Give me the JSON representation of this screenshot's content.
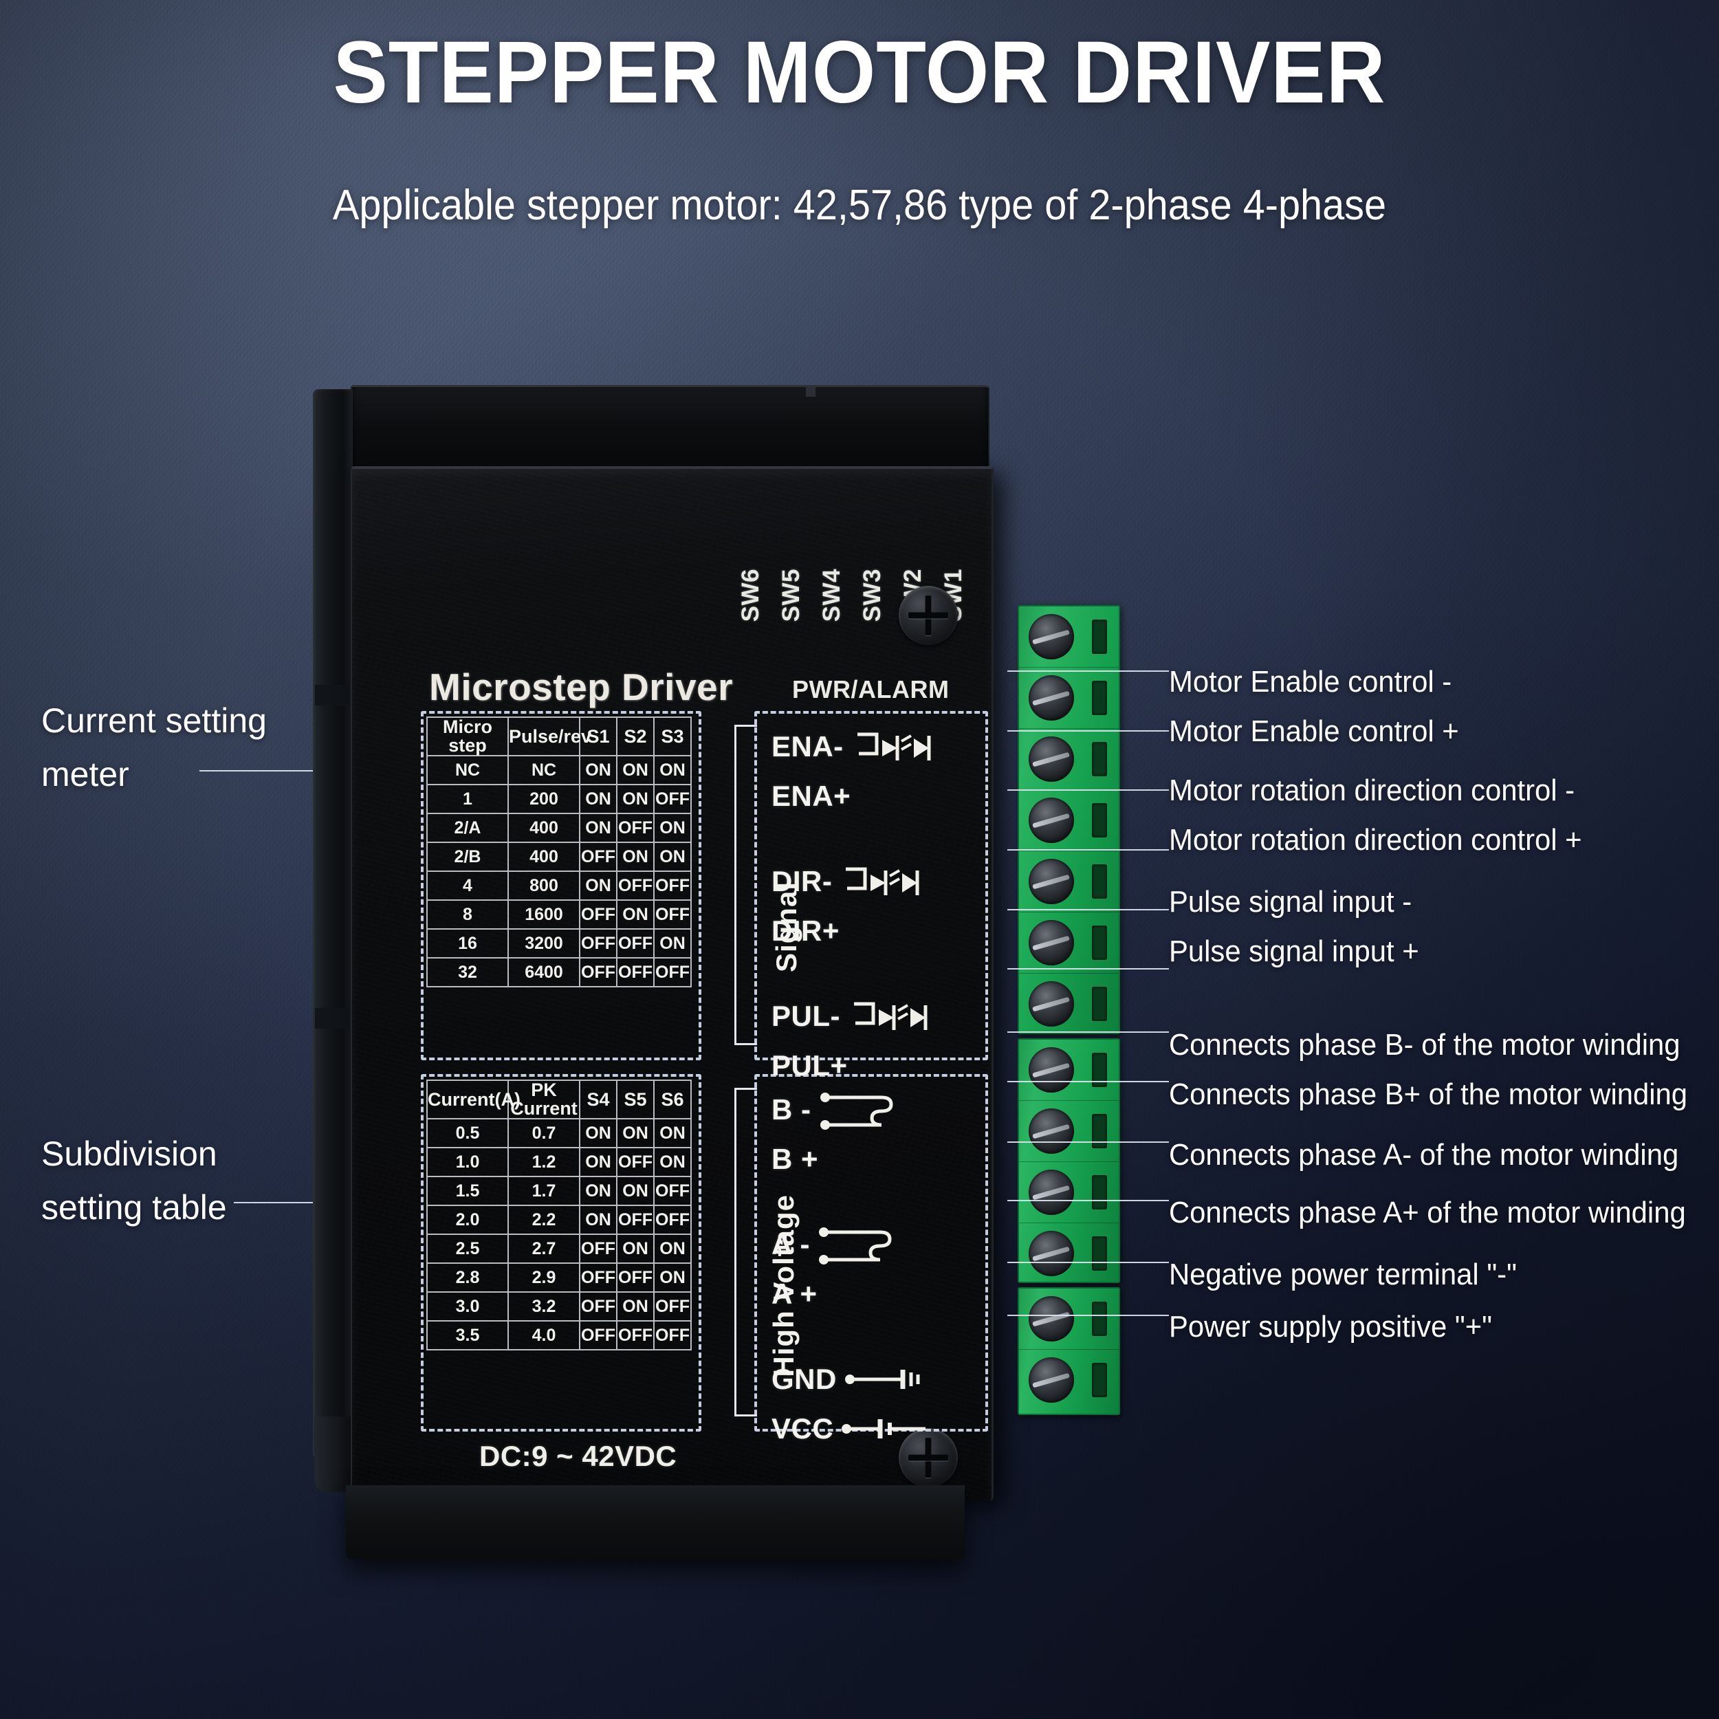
{
  "header": {
    "title": "STEPPER MOTOR DRIVER",
    "subtitle": "Applicable stepper motor: 42,57,86 type of 2-phase 4-phase"
  },
  "left_labels": [
    {
      "line1": "Current setting",
      "line2": "meter"
    },
    {
      "line1": "Subdivision",
      "line2": "setting table"
    }
  ],
  "device": {
    "brand": "Microstep Driver",
    "pwr_alarm": "PWR/ALARM",
    "dc_range": "DC:9 ~ 42VDC",
    "switch_labels": [
      "SW6",
      "SW5",
      "SW4",
      "SW3",
      "SW2",
      "SW1"
    ],
    "group_signal": "Signal",
    "group_high_voltage": "High Voltage",
    "terminal_labels_signal": [
      "ENA-",
      "ENA+",
      "DIR-",
      "DIR+",
      "PUL-",
      "PUL+"
    ],
    "terminal_labels_high_voltage": [
      "B -",
      "B +",
      "A -",
      "A +",
      "GND",
      "VCC"
    ]
  },
  "microstep_table": {
    "headers": [
      "Micro step",
      "Pulse/rev",
      "S1",
      "S2",
      "S3"
    ],
    "rows": [
      [
        "NC",
        "NC",
        "ON",
        "ON",
        "ON"
      ],
      [
        "1",
        "200",
        "ON",
        "ON",
        "OFF"
      ],
      [
        "2/A",
        "400",
        "ON",
        "OFF",
        "ON"
      ],
      [
        "2/B",
        "400",
        "OFF",
        "ON",
        "ON"
      ],
      [
        "4",
        "800",
        "ON",
        "OFF",
        "OFF"
      ],
      [
        "8",
        "1600",
        "OFF",
        "ON",
        "OFF"
      ],
      [
        "16",
        "3200",
        "OFF",
        "OFF",
        "ON"
      ],
      [
        "32",
        "6400",
        "OFF",
        "OFF",
        "OFF"
      ]
    ]
  },
  "current_table": {
    "headers": [
      "Current(A)",
      "PK Current",
      "S4",
      "S5",
      "S6"
    ],
    "rows": [
      [
        "0.5",
        "0.7",
        "ON",
        "ON",
        "ON"
      ],
      [
        "1.0",
        "1.2",
        "ON",
        "OFF",
        "ON"
      ],
      [
        "1.5",
        "1.7",
        "ON",
        "ON",
        "OFF"
      ],
      [
        "2.0",
        "2.2",
        "ON",
        "OFF",
        "OFF"
      ],
      [
        "2.5",
        "2.7",
        "OFF",
        "ON",
        "ON"
      ],
      [
        "2.8",
        "2.9",
        "OFF",
        "OFF",
        "ON"
      ],
      [
        "3.0",
        "3.2",
        "OFF",
        "ON",
        "OFF"
      ],
      [
        "3.5",
        "4.0",
        "OFF",
        "OFF",
        "OFF"
      ]
    ]
  },
  "callouts": [
    "Motor Enable control -",
    "Motor Enable control +",
    "Motor rotation direction control -",
    "Motor rotation direction control +",
    "Pulse signal input -",
    "Pulse signal input +",
    "Connects phase B- of the motor winding",
    "Connects phase B+ of the motor winding",
    "Connects phase A- of the motor winding",
    "Connects phase A+ of the motor winding",
    "Negative power terminal \"-\"",
    "Power supply positive \"+\""
  ],
  "colors": {
    "background_top": "#3f4a5f",
    "background_bottom": "#1a2135",
    "terminal_green": "#1f9a4e",
    "silkscreen_white": "#f3f2ee",
    "text_white": "#ffffff"
  }
}
